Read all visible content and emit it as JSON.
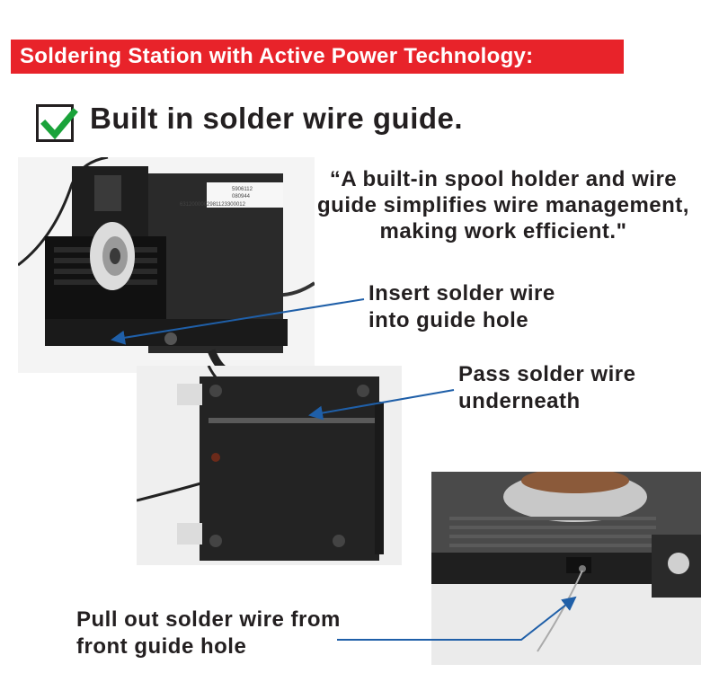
{
  "banner": {
    "title": "Soldering Station with Active Power Technology:"
  },
  "feature": {
    "heading": "Built in solder wire guide.",
    "check_icon": "checkmark-icon",
    "check_color": "#1aa33a"
  },
  "quote": {
    "text": "“A built-in spool holder and wire guide simplifies wire management, making work efficient.\""
  },
  "callouts": [
    {
      "text": "Insert solder wire\ninto guide hole"
    },
    {
      "text": "Pass solder wire\nunderneath"
    },
    {
      "text": "Pull out solder wire from\nfront guide hole"
    }
  ],
  "photo1": {
    "label_line1": "5906112",
    "label_line2": "080944",
    "label_line3": "6312000002981123300012"
  },
  "colors": {
    "banner_bg": "#e8232a",
    "arrow": "#1f5fa8",
    "text": "#231f20"
  }
}
